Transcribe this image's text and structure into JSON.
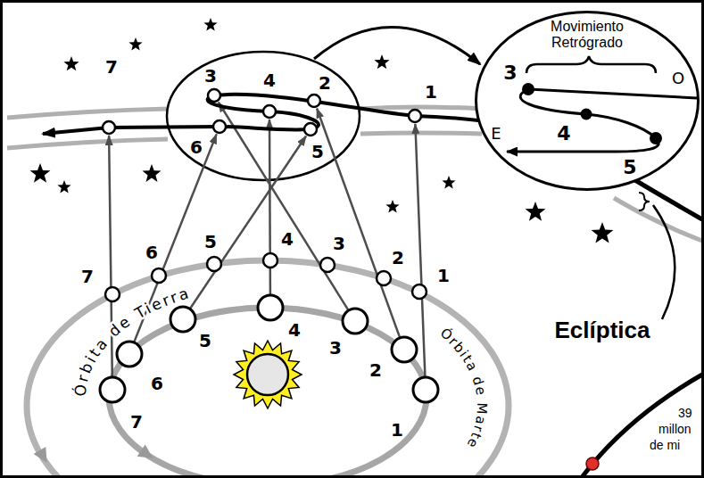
{
  "diagram": {
    "nodes": [
      {
        "text": [
          "Movimiento Retrógrado"
        ]
      }
    ],
    "labels": [
      "7",
      "3",
      "4",
      "2",
      "1",
      "6",
      "5",
      "3",
      "O",
      "E",
      "4",
      "5",
      "7",
      "6",
      "5",
      "4",
      "3",
      "2",
      "1",
      "Órbita de Tierra",
      "Órbita de Marte",
      "Eclíptica",
      "7",
      "6",
      "5",
      "4",
      "3",
      "2",
      "1",
      "39",
      "millon",
      "de mi"
    ]
  }
}
